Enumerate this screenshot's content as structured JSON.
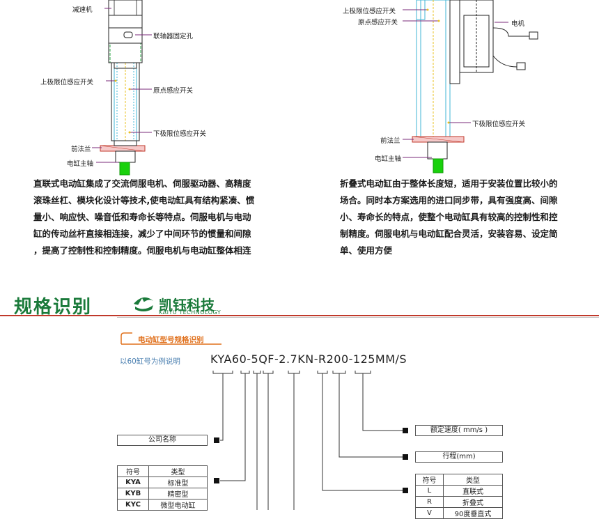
{
  "left_diagram": {
    "labels": {
      "reducer": "减速机",
      "coupling_hole": "联轴器固定孔",
      "upper_limit": "上极限位感应开关",
      "origin": "原点感应开关",
      "lower_limit": "下极限位感应开关",
      "front_flange": "前法兰",
      "main_shaft": "电缸主轴"
    },
    "paragraph": [
      "直联式电动缸集成了交流伺服电机、伺服驱动器、高精度",
      "滚珠丝杠、模块化设计等技术,使电动缸具有结构紧凑、惯",
      "量小、响应快、噪音低和寿命长等特点。伺服电机与电动",
      "缸的传动丝杆直接相连接，减少了中间环节的惯量和间隙",
      "，提高了控制性和控制精度。伺服电机与电动缸整体相连"
    ]
  },
  "right_diagram": {
    "labels": {
      "upper_limit": "上极限位感应开关",
      "origin": "原点感应开关",
      "motor": "电机",
      "lower_limit": "下极限位感应开关",
      "front_flange": "前法兰",
      "main_shaft": "电缸主轴"
    },
    "paragraph": [
      "折叠式电动缸由于整体长度短，适用于安装位置比较小的",
      "场合。同时本方案选用的进口同步带，具有强度高、间隙",
      "小、寿命长的特点，使整个电动缸具有较高的控制性和控",
      "制精度。伺服电机与电动缸配合灵活，安装容易、设定简",
      "单、使用方便"
    ]
  },
  "spec": {
    "title": "规格识别",
    "logo_name": "凯钰科技",
    "logo_sub": "KAIYU TECHNOLOGY",
    "subtitle": "电动缸型号规格识别",
    "note": "以60缸号为例说明",
    "model": "KYA60-5QF-2.7KN-R200-125MM/S",
    "company_box": "公司名称",
    "speed_box": "额定速度( mm/s )",
    "stroke_box": "行程(mm)",
    "type_table": {
      "headers": [
        "符号",
        "类型"
      ],
      "rows": [
        [
          "KYA",
          "标准型"
        ],
        [
          "KYB",
          "精密型"
        ],
        [
          "KYC",
          "微型电动缸"
        ]
      ]
    },
    "mount_table": {
      "headers": [
        "符号",
        "类型"
      ],
      "rows": [
        [
          "L",
          "直联式"
        ],
        [
          "R",
          "折叠式"
        ],
        [
          "V",
          "90度垂直式"
        ]
      ]
    },
    "colors": {
      "green": "#1a7a3a",
      "orange": "#e0701c",
      "red": "#c0392b",
      "blue_note": "#4a7fb0"
    }
  }
}
